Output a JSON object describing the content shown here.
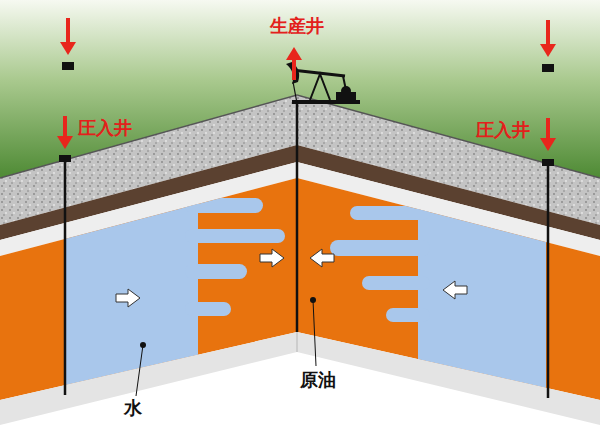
{
  "diagram": {
    "labels": [
      "生産井",
      "圧入井",
      "圧入井",
      "原油",
      "水"
    ]
  }
}
